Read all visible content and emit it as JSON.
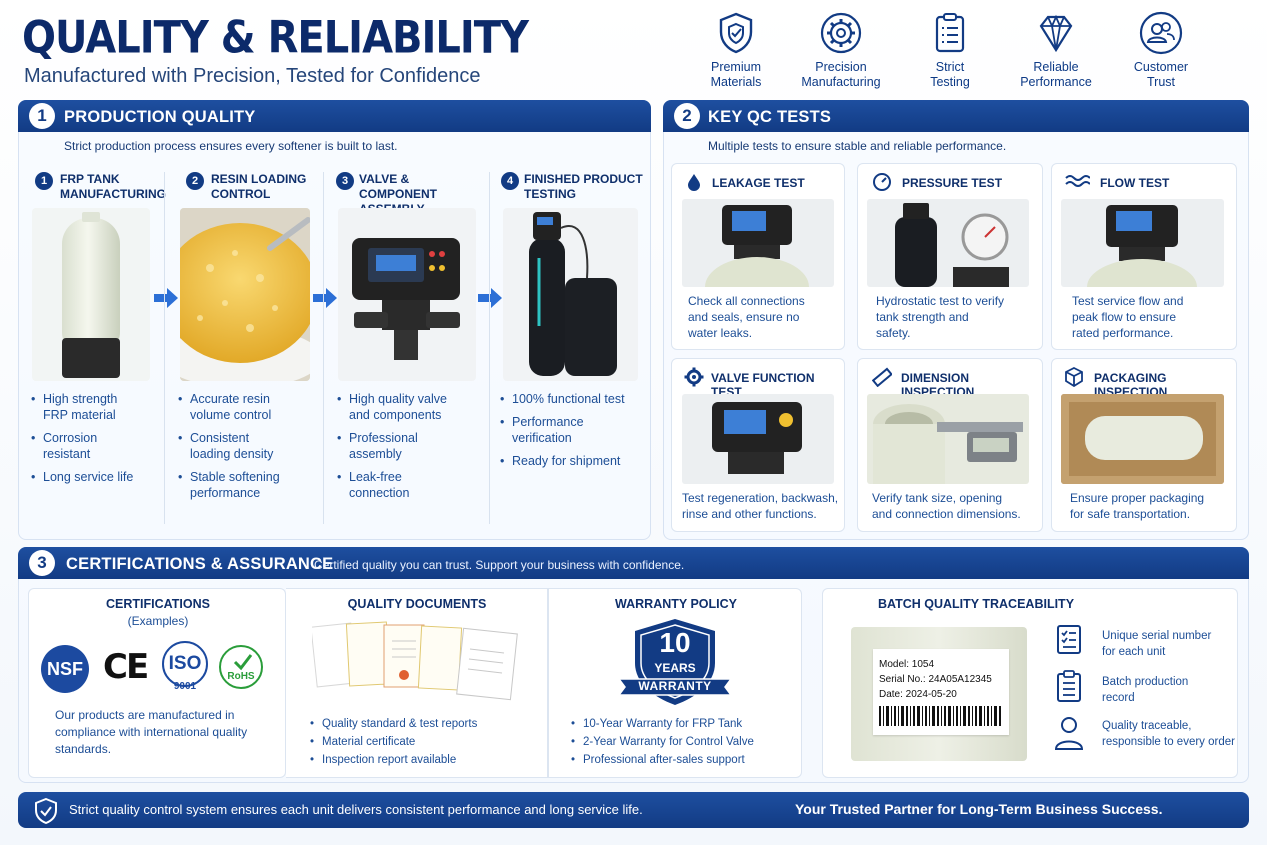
{
  "header": {
    "title": "QUALITY & RELIABILITY",
    "subtitle": "Manufactured with Precision, Tested for Confidence",
    "features": [
      {
        "line1": "Premium",
        "line2": "Materials",
        "icon": "shield-check-icon"
      },
      {
        "line1": "Precision",
        "line2": "Manufacturing",
        "icon": "gear-icon"
      },
      {
        "line1": "Strict",
        "line2": "Testing",
        "icon": "clipboard-icon"
      },
      {
        "line1": "Reliable",
        "line2": "Performance",
        "icon": "diamond-icon"
      },
      {
        "line1": "Customer",
        "line2": "Trust",
        "icon": "users-icon"
      }
    ]
  },
  "production": {
    "number": "1",
    "title": "PRODUCTION QUALITY",
    "intro": "Strict production process ensures every softener is built to last.",
    "steps": [
      {
        "num": "1",
        "title_l1": "FRP TANK",
        "title_l2": "MANUFACTURING",
        "bullets": [
          [
            "High strength",
            "FRP material"
          ],
          [
            "Corrosion",
            "resistant"
          ],
          [
            "Long service life",
            ""
          ]
        ]
      },
      {
        "num": "2",
        "title_l1": "RESIN LOADING",
        "title_l2": "CONTROL",
        "bullets": [
          [
            "Accurate resin",
            "volume control"
          ],
          [
            "Consistent",
            "loading density"
          ],
          [
            "Stable softening",
            "performance"
          ]
        ]
      },
      {
        "num": "3",
        "title_l1": "VALVE & COMPONENT",
        "title_l2": "ASSEMBLY",
        "bullets": [
          [
            "High quality valve",
            "and components"
          ],
          [
            "Professional",
            "assembly"
          ],
          [
            "Leak-free",
            "connection"
          ]
        ]
      },
      {
        "num": "4",
        "title_l1": "FINISHED PRODUCT",
        "title_l2": "TESTING",
        "bullets": [
          [
            "100% functional test",
            ""
          ],
          [
            "Performance",
            "verification"
          ],
          [
            "Ready for shipment",
            ""
          ]
        ]
      }
    ]
  },
  "qc": {
    "number": "2",
    "title": "KEY QC TESTS",
    "intro": "Multiple tests to ensure stable and reliable performance.",
    "tests": [
      {
        "title": "LEAKAGE TEST",
        "icon": "water-drop-icon",
        "desc": [
          "Check all connections",
          "and seals, ensure no",
          "water leaks."
        ]
      },
      {
        "title": "PRESSURE TEST",
        "icon": "gauge-icon",
        "desc": [
          "Hydrostatic test to verify",
          "tank strength and",
          "safety."
        ]
      },
      {
        "title": "FLOW TEST",
        "icon": "waves-icon",
        "desc": [
          "Test service flow and",
          "peak flow to ensure",
          "rated performance."
        ]
      },
      {
        "title": "VALVE FUNCTION TEST",
        "icon": "gear-icon",
        "desc": [
          "Test regeneration, backwash,",
          "rinse and other functions."
        ]
      },
      {
        "title": "DIMENSION INSPECTION",
        "icon": "ruler-icon",
        "desc": [
          "Verify tank size, opening",
          "and connection dimensions."
        ]
      },
      {
        "title": "PACKAGING INSPECTION",
        "icon": "box-icon",
        "desc": [
          "Ensure proper packaging",
          "for safe transportation."
        ]
      }
    ]
  },
  "certs": {
    "number": "3",
    "title": "CERTIFICATIONS & ASSURANCE",
    "subtitle": "Certified quality you can trust. Support your business with confidence.",
    "certifications": {
      "title": "CERTIFICATIONS",
      "note": "(Examples)",
      "logos": [
        "NSF",
        "CE",
        "ISO",
        "9001",
        "RoHS"
      ],
      "text": [
        "Our products are manufactured in",
        "compliance with international quality",
        "standards."
      ]
    },
    "documents": {
      "title": "QUALITY DOCUMENTS",
      "bullets": [
        "Quality standard & test reports",
        "Material certificate",
        "Inspection report available"
      ]
    },
    "warranty": {
      "title": "WARRANTY POLICY",
      "badge_num": "10",
      "badge_years": "YEARS",
      "badge_label": "WARRANTY",
      "bullets": [
        "10-Year Warranty for FRP Tank",
        "2-Year Warranty for Control Valve",
        "Professional after-sales support"
      ]
    },
    "traceability": {
      "title": "BATCH QUALITY TRACEABILITY",
      "label": {
        "model": "Model:  1054",
        "serial": "Serial No.:  24A05A12345",
        "date": "Date:  2024-05-20"
      },
      "items": [
        {
          "l1": "Unique serial number",
          "l2": "for each unit",
          "icon": "checklist-icon"
        },
        {
          "l1": "Batch production",
          "l2": "record",
          "icon": "clipboard-icon"
        },
        {
          "l1": "Quality traceable,",
          "l2": "responsible to every order",
          "icon": "person-icon"
        }
      ]
    }
  },
  "footer": {
    "left": "Strict quality control system ensures each unit delivers consistent performance and long service life.",
    "right": "Your Trusted Partner for Long-Term Business Success."
  },
  "colors": {
    "navy": "#123b84",
    "text_blue": "#1d4e96",
    "green": "#2a9d3a"
  }
}
